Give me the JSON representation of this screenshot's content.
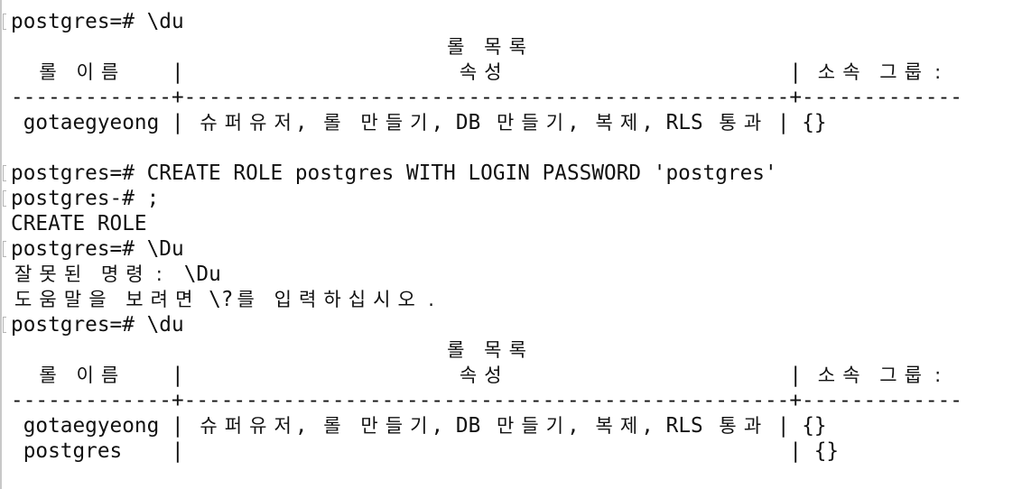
{
  "terminal": {
    "background": "#ffffff",
    "foreground": "#111111",
    "lines": [
      {
        "marked": true,
        "text": "postgres=# \\du"
      },
      {
        "marked": false,
        "text": "                                   롤 목록"
      },
      {
        "marked": false,
        "text": "  롤 이름    |                      속성                       | 소속 그룹:"
      },
      {
        "marked": false,
        "text": "-------------+-------------------------------------------------+-------------"
      },
      {
        "marked": false,
        "text": " gotaegyeong | 슈퍼유저, 롤 만들기, DB 만들기, 복제, RLS 통과 | {}"
      },
      {
        "marked": false,
        "text": ""
      },
      {
        "marked": true,
        "text": "postgres=# CREATE ROLE postgres WITH LOGIN PASSWORD 'postgres'"
      },
      {
        "marked": true,
        "text": "postgres-# ;"
      },
      {
        "marked": false,
        "text": "CREATE ROLE"
      },
      {
        "marked": true,
        "text": "postgres=# \\Du"
      },
      {
        "marked": false,
        "text": "잘못된 명령: \\Du"
      },
      {
        "marked": false,
        "text": "도움말을 보려면 \\?를 입력하십시오."
      },
      {
        "marked": true,
        "text": "postgres=# \\du"
      },
      {
        "marked": false,
        "text": "                                   롤 목록"
      },
      {
        "marked": false,
        "text": "  롤 이름    |                      속성                       | 소속 그룹:"
      },
      {
        "marked": false,
        "text": "-------------+-------------------------------------------------+-------------"
      },
      {
        "marked": false,
        "text": " gotaegyeong | 슈퍼유저, 롤 만들기, DB 만들기, 복제, RLS 통과 | {}"
      },
      {
        "marked": false,
        "text": " postgres    |                                                 | {}"
      }
    ]
  },
  "role_tables": [
    {
      "title": "롤 목록",
      "columns": [
        "롤 이름",
        "속성",
        "소속 그룹:"
      ],
      "rows": [
        [
          "gotaegyeong",
          "슈퍼유저, 롤 만들기, DB 만들기, 복제, RLS 통과",
          "{}"
        ]
      ]
    },
    {
      "title": "롤 목록",
      "columns": [
        "롤 이름",
        "속성",
        "소속 그룹:"
      ],
      "rows": [
        [
          "gotaegyeong",
          "슈퍼유저, 롤 만들기, DB 만들기, 복제, RLS 통과",
          "{}"
        ],
        [
          "postgres",
          "",
          "{}"
        ]
      ]
    }
  ]
}
